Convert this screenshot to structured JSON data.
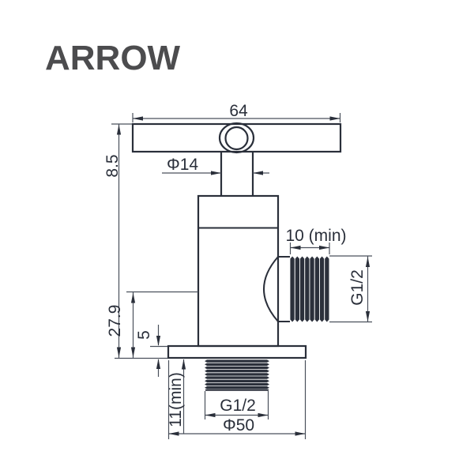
{
  "brand": {
    "name": "ARROW"
  },
  "drawing": {
    "type": "valve-technical-drawing",
    "colors": {
      "object_line": "#2a2f3a",
      "dimension_line": "#4a505c",
      "thread_fill": "#2b303b",
      "brand_text": "#4c4c4e",
      "background": "#ffffff"
    },
    "dimensions": {
      "handle_width": "64",
      "stem_diameter": "Φ14",
      "handle_height": "8.5",
      "outlet_center_height": "27.9",
      "side_thread_length": "10 (min)",
      "side_thread_size": "G1/2",
      "base_plate_thickness": "5",
      "inlet_thread_length": "11(min)",
      "inlet_thread_size": "G1/2",
      "base_diameter": "Φ50"
    }
  }
}
